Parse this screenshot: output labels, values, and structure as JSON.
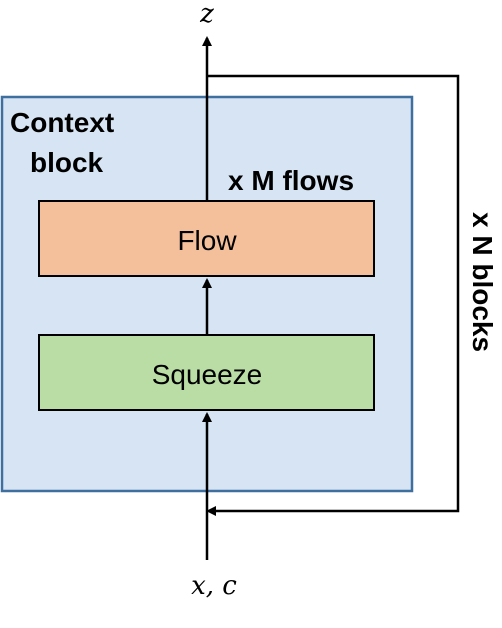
{
  "diagram": {
    "output_label": "z",
    "input_label": "x, c",
    "context_block_label_line1": "Context",
    "context_block_label_line2": "block",
    "flow_repeat_label": "x M flows",
    "block_repeat_label": "x N blocks",
    "flow_box_label": "Flow",
    "squeeze_box_label": "Squeeze",
    "colors": {
      "context_block_fill": "#d6e4f3",
      "context_block_stroke": "#3f6f9f",
      "flow_fill": "#f4bf9b",
      "squeeze_fill": "#b9dda4",
      "line": "#000000"
    }
  }
}
